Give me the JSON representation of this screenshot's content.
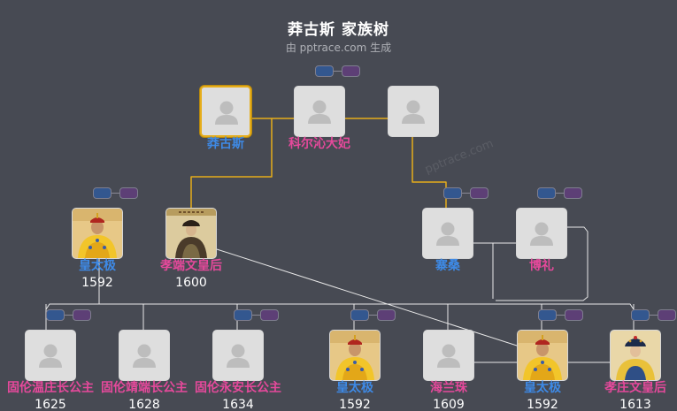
{
  "header": {
    "title": "莽古斯 家族树",
    "subtitle": "由 pptrace.com 生成"
  },
  "watermark": "pptrace.com",
  "colors": {
    "background": "#474a53",
    "male": "#3e8ae6",
    "female": "#e5499b",
    "selected_border": "#e6ad1a",
    "lineage_line": "#e6ad1a",
    "relation_line": "#e8e8e8"
  },
  "people": [
    {
      "id": "p_manggusi",
      "name": "莽古斯",
      "gender": "male",
      "year": "",
      "photo": "placeholder",
      "selected": true
    },
    {
      "id": "p_keerqin",
      "name": "科尔沁大妃",
      "gender": "female",
      "year": "",
      "photo": "placeholder",
      "selected": false
    },
    {
      "id": "p_top3",
      "name": "",
      "gender": "unknown",
      "year": "",
      "photo": "placeholder",
      "selected": false
    },
    {
      "id": "p_hongtaiji_a",
      "name": "皇太极",
      "gender": "male",
      "year": "1592",
      "photo": "portrait-emperor",
      "selected": false
    },
    {
      "id": "p_xiaoduan",
      "name": "孝端文皇后",
      "gender": "female",
      "year": "1600",
      "photo": "portrait-empress-scroll",
      "selected": false
    },
    {
      "id": "p_zhaisang",
      "name": "寨桑",
      "gender": "male",
      "year": "",
      "photo": "placeholder",
      "selected": false
    },
    {
      "id": "p_boli",
      "name": "博礼",
      "gender": "female",
      "year": "",
      "photo": "placeholder",
      "selected": false
    },
    {
      "id": "p_wenzhuang",
      "name": "固伦温庄长公主",
      "gender": "female",
      "year": "1625",
      "photo": "placeholder",
      "selected": false
    },
    {
      "id": "p_jingduan",
      "name": "固伦靖端长公主",
      "gender": "female",
      "year": "1628",
      "photo": "placeholder",
      "selected": false
    },
    {
      "id": "p_yongan",
      "name": "固伦永安长公主",
      "gender": "female",
      "year": "1634",
      "photo": "placeholder",
      "selected": false
    },
    {
      "id": "p_hongtaiji_b",
      "name": "皇太极",
      "gender": "male",
      "year": "1592",
      "photo": "portrait-emperor",
      "selected": false
    },
    {
      "id": "p_hailanzhu",
      "name": "海兰珠",
      "gender": "female",
      "year": "1609",
      "photo": "placeholder",
      "selected": false
    },
    {
      "id": "p_hongtaiji_c",
      "name": "皇太极",
      "gender": "male",
      "year": "1592",
      "photo": "portrait-emperor",
      "selected": false
    },
    {
      "id": "p_xiaozhuang",
      "name": "孝庄文皇后",
      "gender": "female",
      "year": "1613",
      "photo": "portrait-empress",
      "selected": false
    }
  ]
}
